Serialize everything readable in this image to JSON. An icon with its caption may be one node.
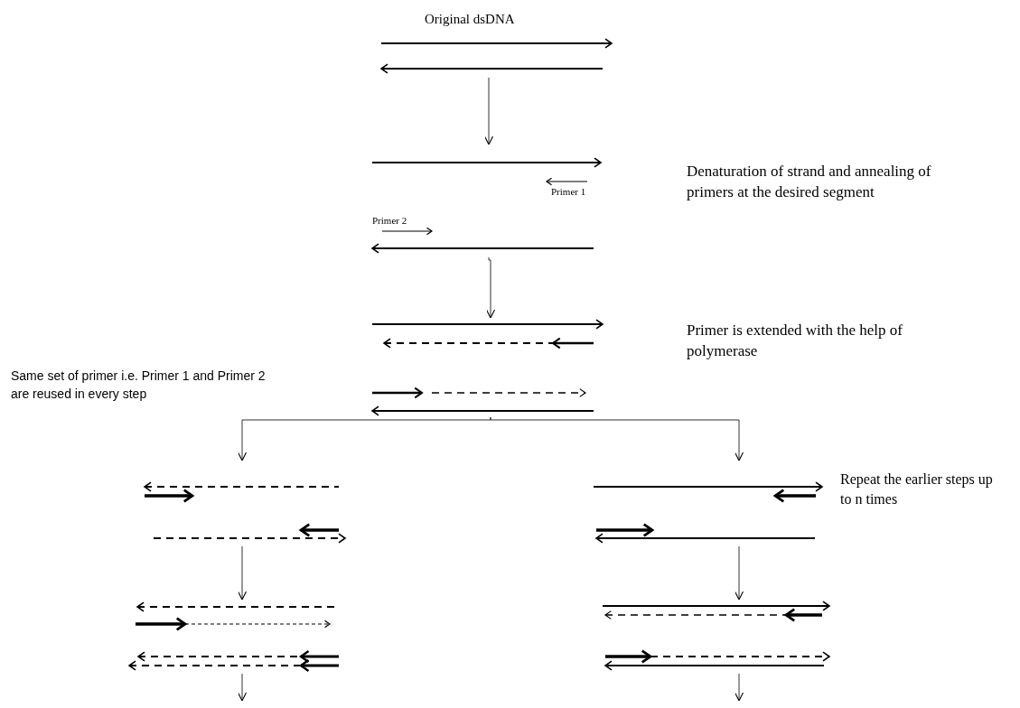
{
  "diagram": {
    "nodes": [
      {
        "text": [],
        "shape": "strands"
      },
      {
        "text": [],
        "shape": "strands"
      },
      {
        "text": [],
        "shape": "strands"
      },
      {
        "text": [],
        "shape": "strands"
      },
      {
        "text": [],
        "shape": "strands"
      },
      {
        "text": [],
        "shape": "strands"
      },
      {
        "text": [],
        "shape": "strands"
      }
    ],
    "edges": [
      {
        "from": 0,
        "to": 1,
        "arrow": "to"
      },
      {
        "from": 1,
        "to": 2,
        "arrow": "to"
      },
      {
        "from": 2,
        "to": 3,
        "arrow": "to"
      },
      {
        "from": 2,
        "to": 4,
        "arrow": "to"
      },
      {
        "from": 3,
        "to": 5,
        "arrow": "to"
      },
      {
        "from": 4,
        "to": 6,
        "arrow": "to"
      },
      {
        "from": 5,
        "to": null,
        "arrow": "to"
      },
      {
        "from": 6,
        "to": null,
        "arrow": "to"
      }
    ],
    "labels": [
      "Original dsDNA",
      "Denaturation of strand and annealing of primers at the desired segment",
      "Primer 1",
      "Primer 2",
      "Primer is extended with the help of polymerase",
      "Same set of primer i.e. Primer 1 and Primer 2 are reused in every step",
      "Repeat the earlier steps up to n times"
    ]
  }
}
